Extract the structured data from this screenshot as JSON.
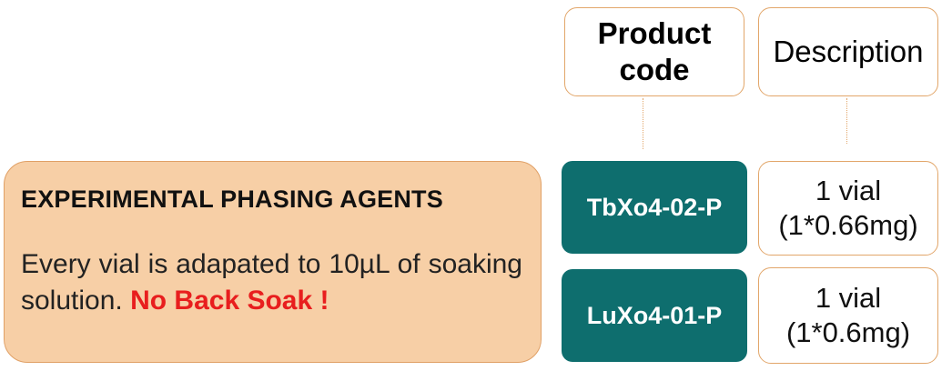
{
  "headers": {
    "product_code": [
      "Product",
      "code"
    ],
    "description": "Description"
  },
  "panel": {
    "title": "EXPERIMENTAL PHASING AGENTS",
    "text": "Every vial is adapated to 10µL of soaking solution.",
    "warning": "No Back Soak !"
  },
  "products": [
    {
      "code": "TbXo4-02-P",
      "desc_line1": "1 vial",
      "desc_line2": "(1*0.66mg)"
    },
    {
      "code": "LuXo4-01-P",
      "desc_line1": "1 vial",
      "desc_line2": "(1*0.6mg)"
    }
  ],
  "colors": {
    "panel_fill": "#f7cfa6",
    "panel_border": "#e0a066",
    "code_fill": "#0e6e6e",
    "warning_text": "#e81e1e"
  }
}
